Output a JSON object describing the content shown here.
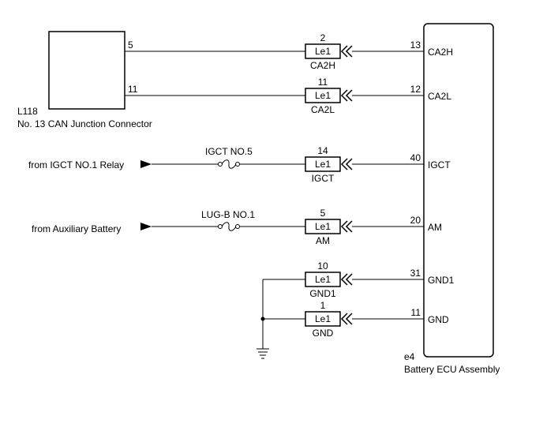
{
  "junction_connector": {
    "code": "L118",
    "name": "No. 13 CAN Junction Connector",
    "pin_a": "5",
    "pin_b": "11"
  },
  "ecu": {
    "code": "e4",
    "name": "Battery ECU Assembly",
    "pins": [
      {
        "num": "13",
        "label": "CA2H"
      },
      {
        "num": "12",
        "label": "CA2L"
      },
      {
        "num": "40",
        "label": "IGCT"
      },
      {
        "num": "20",
        "label": "AM"
      },
      {
        "num": "31",
        "label": "GND1"
      },
      {
        "num": "11",
        "label": "GND"
      }
    ]
  },
  "connectors": [
    {
      "pin": "2",
      "name": "Le1",
      "signal": "CA2H"
    },
    {
      "pin": "11",
      "name": "Le1",
      "signal": "CA2L"
    },
    {
      "pin": "14",
      "name": "Le1",
      "signal": "IGCT"
    },
    {
      "pin": "5",
      "name": "Le1",
      "signal": "AM"
    },
    {
      "pin": "10",
      "name": "Le1",
      "signal": "GND1"
    },
    {
      "pin": "1",
      "name": "Le1",
      "signal": "GND"
    }
  ],
  "sources": {
    "igct_relay": "from IGCT NO.1 Relay",
    "aux_battery": "from Auxiliary Battery"
  },
  "fuses": {
    "igct": "IGCT NO.5",
    "lugb": "LUG-B NO.1"
  }
}
